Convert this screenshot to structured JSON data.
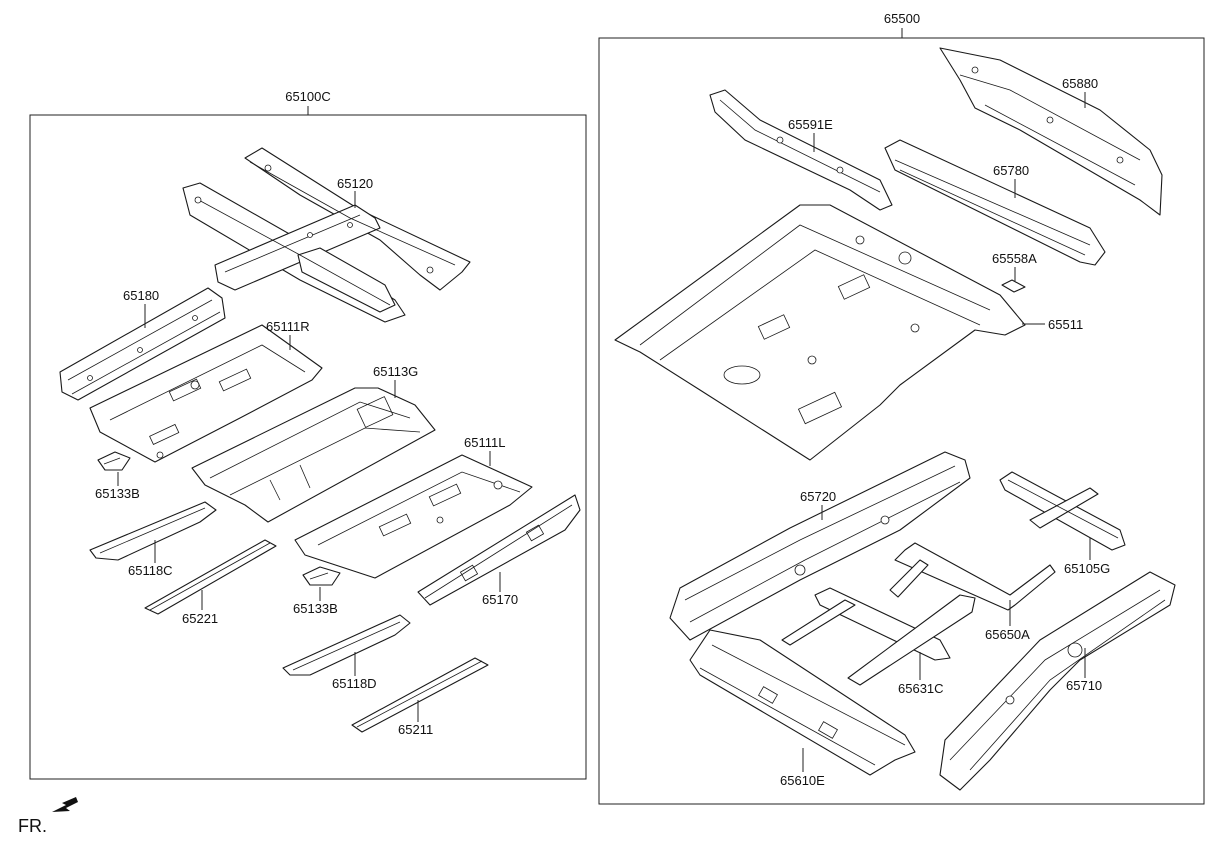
{
  "groups": {
    "left": "65100C",
    "right": "65500"
  },
  "labels": {
    "p65120": "65120",
    "p65180": "65180",
    "p65111R": "65111R",
    "p65113G": "65113G",
    "p65133B_top": "65133B",
    "p65111L": "65111L",
    "p65118C": "65118C",
    "p65221": "65221",
    "p65133B_bottom": "65133B",
    "p65170": "65170",
    "p65118D": "65118D",
    "p65211": "65211",
    "p65880": "65880",
    "p65591E": "65591E",
    "p65780": "65780",
    "p65558A": "65558A",
    "p65511": "65511",
    "p65720": "65720",
    "p65105G": "65105G",
    "p65650A": "65650A",
    "p65631C": "65631C",
    "p65710": "65710",
    "p65610E": "65610E"
  },
  "orientation": {
    "text": "FR.",
    "icon": "front-direction-arrow-icon"
  }
}
